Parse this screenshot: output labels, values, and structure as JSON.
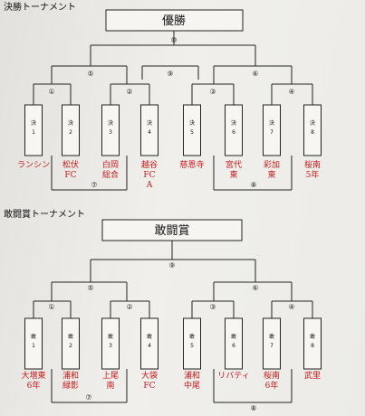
{
  "sections": [
    {
      "title": "決勝トーナメント",
      "champion_label": "優勝",
      "final_match": "⑩",
      "semi_left": "⑤",
      "semi_right": "⑥",
      "semi_mid": "⑨",
      "qf": [
        "①",
        "②",
        "③",
        "④"
      ],
      "placement_left": "⑦",
      "placement_right": "⑧",
      "slots": [
        {
          "top": "決",
          "bottom": "1"
        },
        {
          "top": "決",
          "bottom": "2"
        },
        {
          "top": "決",
          "bottom": "3"
        },
        {
          "top": "決",
          "bottom": "4"
        },
        {
          "top": "決",
          "bottom": "5"
        },
        {
          "top": "決",
          "bottom": "6"
        },
        {
          "top": "決",
          "bottom": "7"
        },
        {
          "top": "決",
          "bottom": "8"
        }
      ],
      "teams": [
        [
          "ランシン"
        ],
        [
          "松伏",
          "FC"
        ],
        [
          "白岡",
          "総合"
        ],
        [
          "越谷",
          "FC",
          "A"
        ],
        [
          "慈恩寺"
        ],
        [
          "宮代",
          "東"
        ],
        [
          "彩加",
          "東"
        ],
        [
          "桜南",
          "5年"
        ]
      ]
    },
    {
      "title": "敢闘賞トーナメント",
      "champion_label": "敢闘賞",
      "final_match": "⑨",
      "semi_left": "⑤",
      "semi_right": "⑥",
      "qf": [
        "①",
        "②",
        "③",
        "④"
      ],
      "placement_left": "⑦",
      "placement_right": "⑧",
      "slots": [
        {
          "top": "敢",
          "bottom": "1"
        },
        {
          "top": "敢",
          "bottom": "2"
        },
        {
          "top": "敢",
          "bottom": "3"
        },
        {
          "top": "敢",
          "bottom": "4"
        },
        {
          "top": "敢",
          "bottom": "5"
        },
        {
          "top": "敢",
          "bottom": "6"
        },
        {
          "top": "敢",
          "bottom": "7"
        },
        {
          "top": "敢",
          "bottom": "8"
        }
      ],
      "teams": [
        [
          "大増東",
          "6年"
        ],
        [
          "浦和",
          "緑影"
        ],
        [
          "上尾",
          "南"
        ],
        [
          "大袋",
          "FC"
        ],
        [
          "浦和",
          "中尾"
        ],
        [
          "リバティ"
        ],
        [
          "桜南",
          "6年"
        ],
        [
          "武里"
        ]
      ]
    }
  ]
}
